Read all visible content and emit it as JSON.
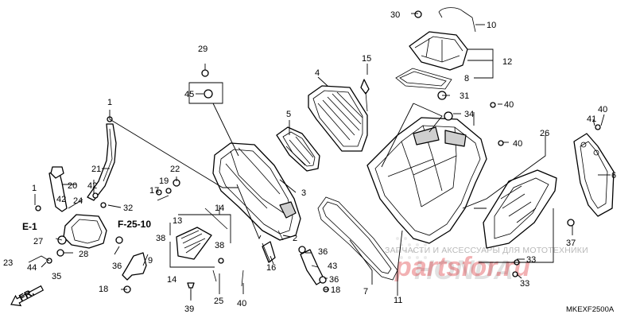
{
  "diagram": {
    "part_numbers": [
      "1",
      "2",
      "3",
      "4",
      "5",
      "6",
      "7",
      "8",
      "9",
      "10",
      "11",
      "12",
      "13",
      "14",
      "15",
      "16",
      "17",
      "18",
      "19",
      "20",
      "21",
      "22",
      "23",
      "24",
      "25",
      "26",
      "27",
      "28",
      "29",
      "30",
      "31",
      "32",
      "33",
      "34",
      "35",
      "36",
      "37",
      "38",
      "39",
      "40",
      "41",
      "42",
      "43",
      "44",
      "45"
    ],
    "reference_labels": {
      "e1": "E-1",
      "f2510": "F-25-10",
      "fr": "FR."
    },
    "diagram_code": "MKEXF2500A",
    "watermark": {
      "caption": "ЗАПЧАСТИ И АКСЕССУАРЫ ДЛЯ МОТОТЕХНИКИ",
      "logo": "partsfor.ru",
      "logo_shadow": "HONDA"
    },
    "colors": {
      "line": "#000000",
      "watermark_red": "#d70f16",
      "watermark_gray": "#b9b9b9"
    }
  }
}
